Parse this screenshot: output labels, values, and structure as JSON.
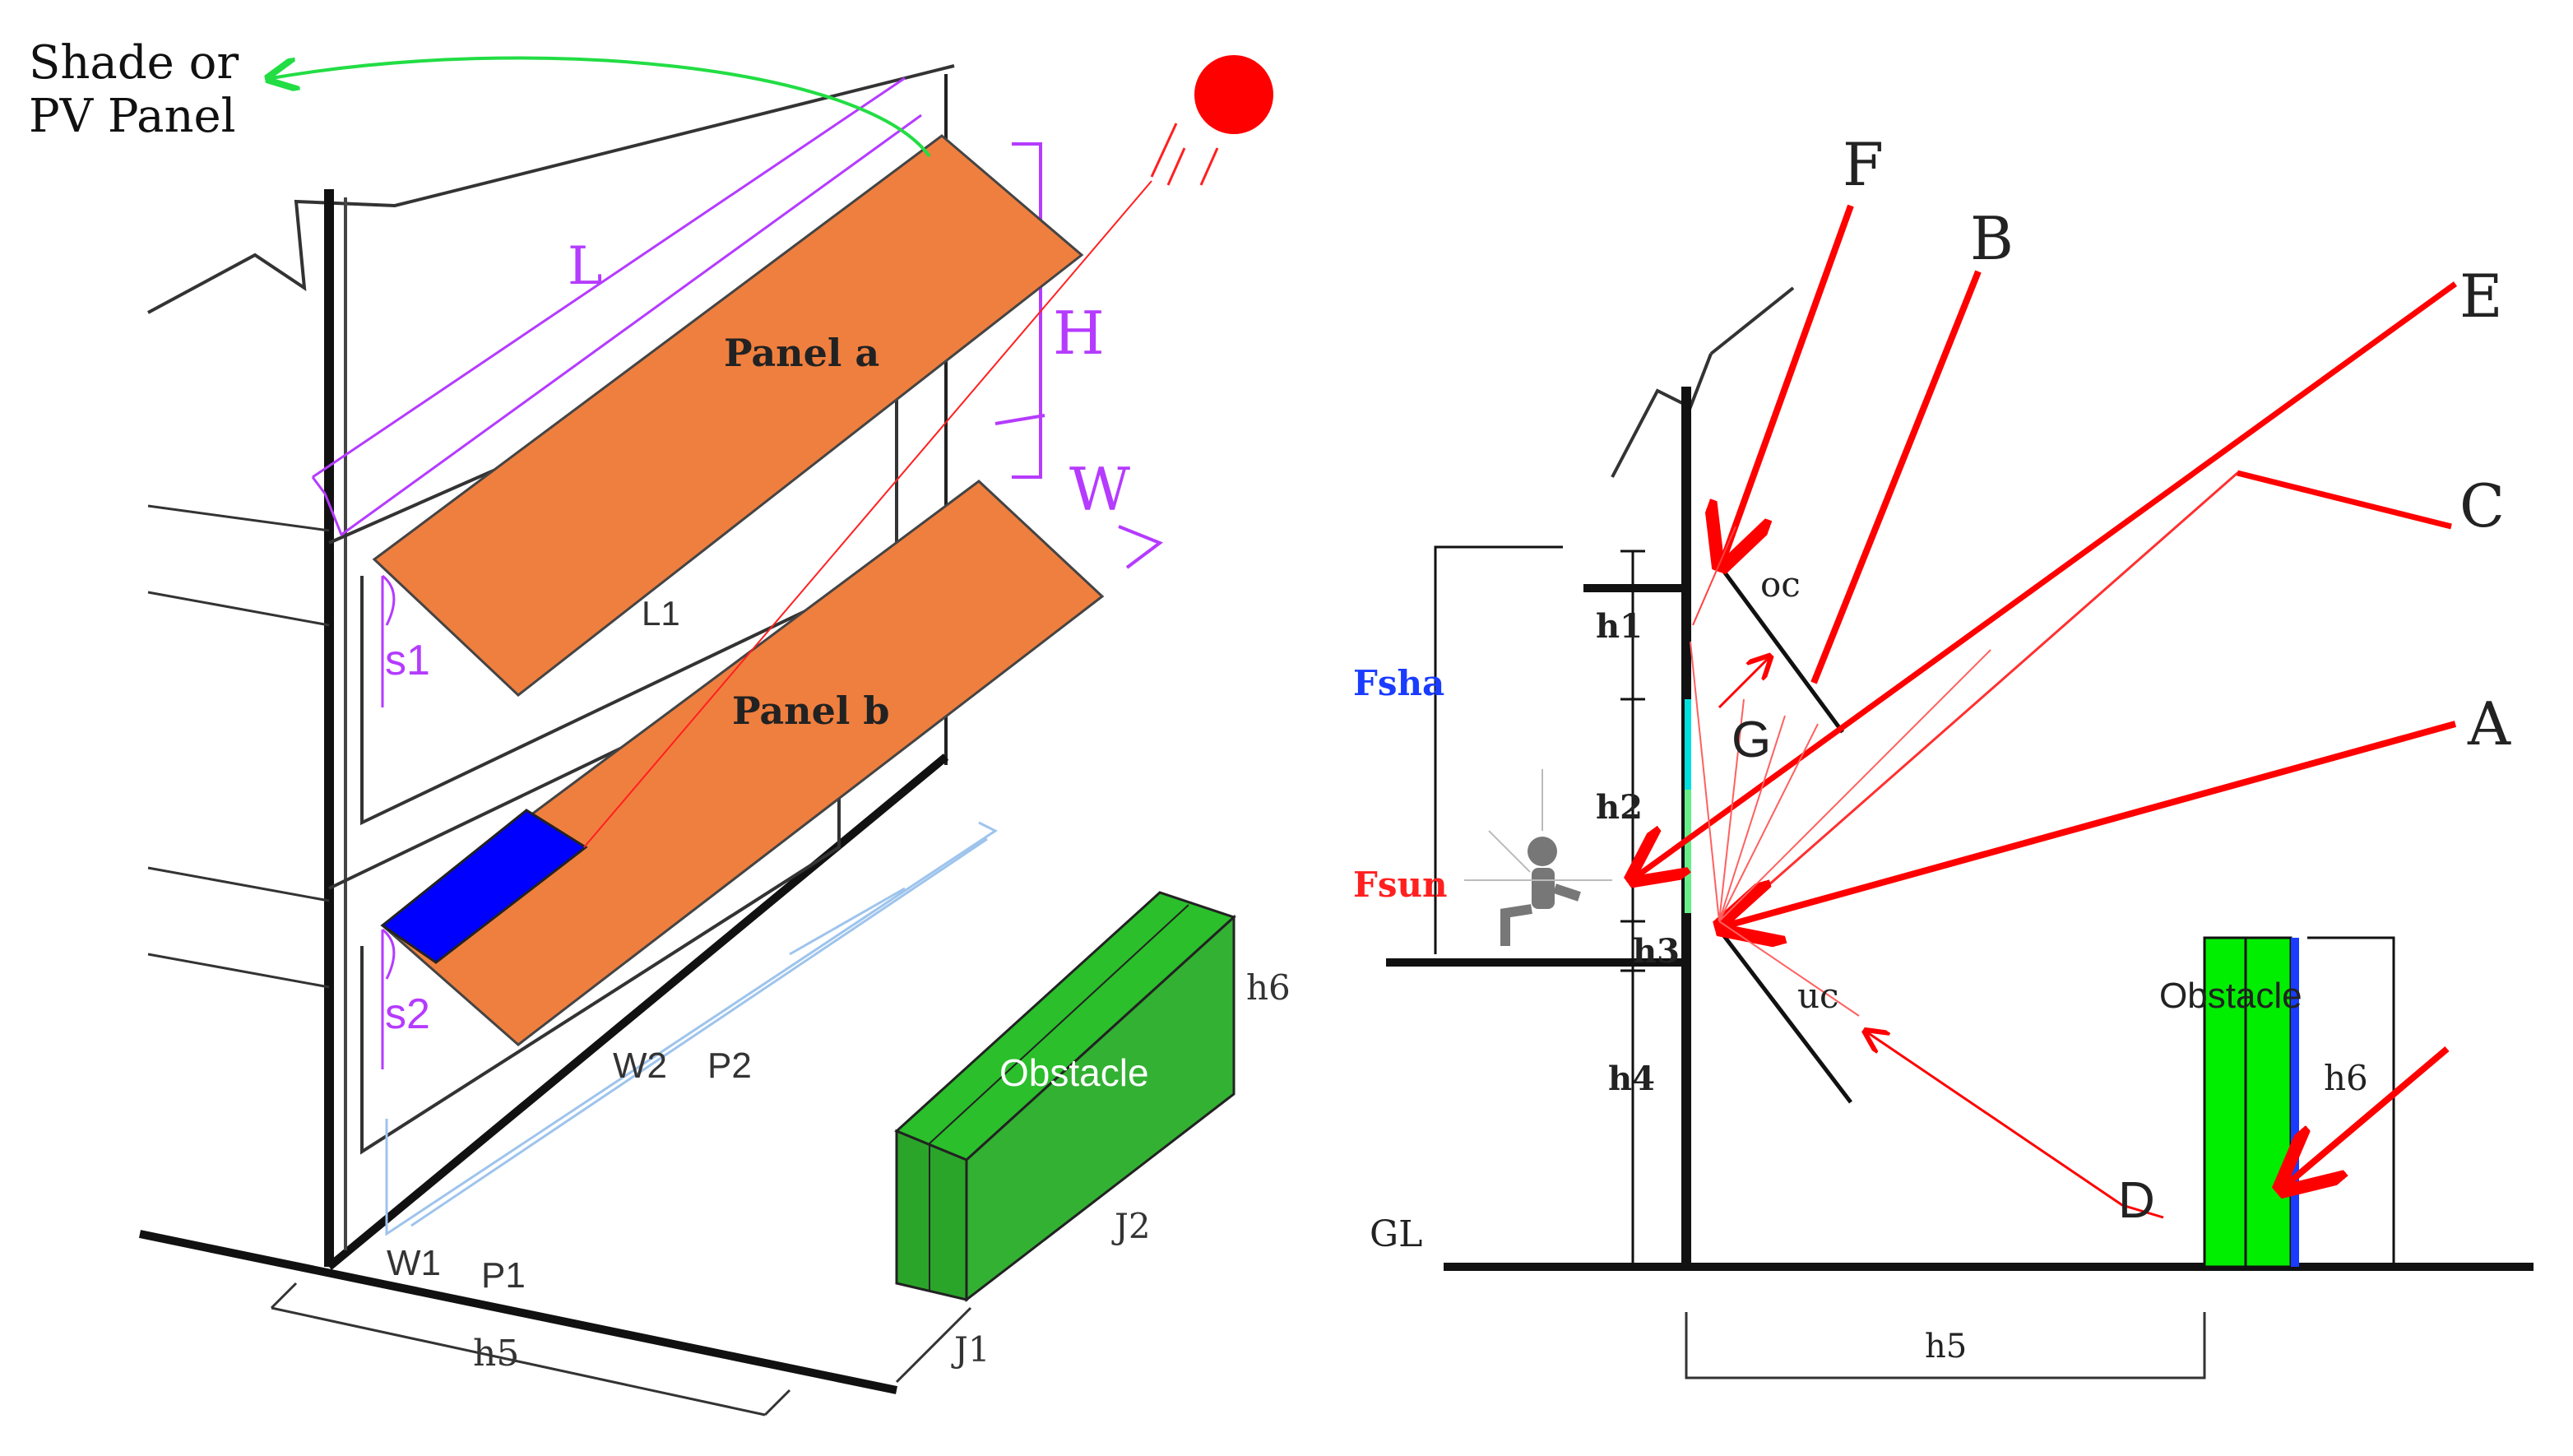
{
  "left_diagram": {
    "labels": {
      "shade_line1": "Shade or",
      "shade_line2": "PV Panel",
      "L": "L",
      "H": "H",
      "W": "W",
      "panel_a": "Panel a",
      "panel_b": "Panel b",
      "L1": "L1",
      "s1": "s1",
      "s2": "s2",
      "W2": "W2",
      "P2": "P2",
      "W1": "W1",
      "P1": "P1",
      "h5": "h5",
      "obstacle": "Obstacle",
      "h6": "h6",
      "J2": "J2",
      "J1": "J1"
    }
  },
  "right_diagram": {
    "ray_labels": {
      "F": "F",
      "B": "B",
      "E": "E",
      "C": "C",
      "A": "A",
      "D": "D",
      "G": "G"
    },
    "labels": {
      "oc": "oc",
      "uc": "uc",
      "h1": "h1",
      "h2": "h2",
      "h3": "h3",
      "h4": "h4",
      "h5": "h5",
      "h6": "h6",
      "fsha": "Fsha",
      "fsun": "Fsun",
      "obstacle": "Obstacle",
      "GL": "GL"
    }
  },
  "colors": {
    "panel": "#ef7f3f",
    "pv_cell": "#0000ff",
    "obstacle": "#2aa52a",
    "obstacle_bright": "#00ee00",
    "sun": "#ff0000",
    "ray": "#ff0000",
    "dimension_purple": "#b53bff",
    "green_arrow": "#22dd44",
    "fsha": "#1a3cff",
    "fsun": "#ff2020"
  }
}
